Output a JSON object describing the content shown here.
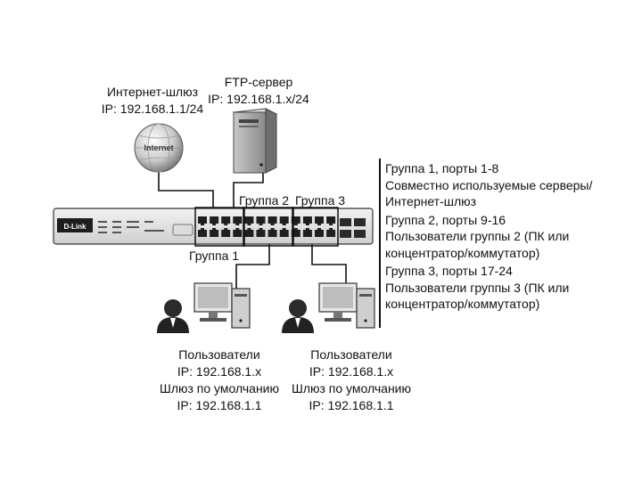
{
  "nodes": {
    "gateway": {
      "title": "Интернет-шлюз",
      "ip": "IP: 192.168.1.1/24",
      "globe_text": "Internet"
    },
    "ftp": {
      "title": "FTP-сервер",
      "ip": "IP: 192.168.1.x/24"
    },
    "switch": {
      "brand": "D-Link"
    },
    "user1": {
      "title": "Пользователи",
      "ip": "IP: 192.168.1.x",
      "gw_title": "Шлюз по умолчанию",
      "gw_ip": "IP: 192.168.1.1"
    },
    "user2": {
      "title": "Пользователи",
      "ip": "IP: 192.168.1.x",
      "gw_title": "Шлюз по умолчанию",
      "gw_ip": "IP: 192.168.1.1"
    }
  },
  "groups": {
    "g1": "Группа 1",
    "g2": "Группа 2",
    "g3": "Группа 3"
  },
  "legend": [
    {
      "lines": [
        "Группа 1, порты 1-8",
        "Совместно используемые серверы/",
        "Интернет-шлюз"
      ]
    },
    {
      "lines": [
        "Группа 2, порты 9-16",
        "Пользователи группы 2 (ПК или",
        "концентратор/коммутатор)"
      ]
    },
    {
      "lines": [
        "Группа 3, порты 17-24",
        "Пользователи группы 3 (ПК или",
        "концентратор/коммутатор)"
      ]
    }
  ]
}
